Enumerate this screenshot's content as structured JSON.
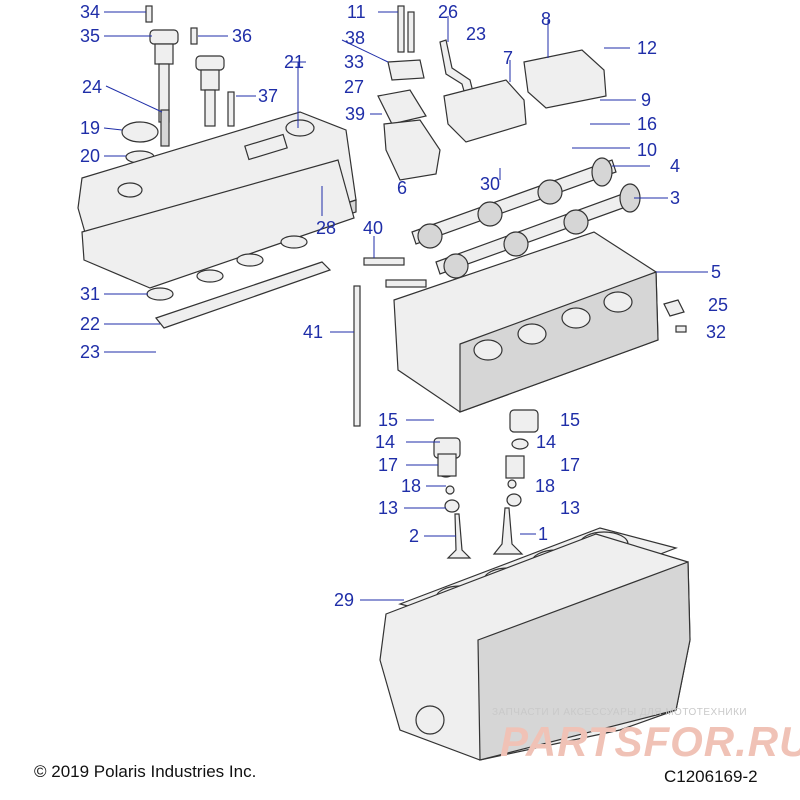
{
  "callouts": [
    {
      "id": "34",
      "label": "34"
    },
    {
      "id": "35",
      "label": "35"
    },
    {
      "id": "36",
      "label": "36"
    },
    {
      "id": "24",
      "label": "24"
    },
    {
      "id": "19",
      "label": "19"
    },
    {
      "id": "20",
      "label": "20"
    },
    {
      "id": "21",
      "label": "21"
    },
    {
      "id": "33",
      "label": "33"
    },
    {
      "id": "27",
      "label": "27"
    },
    {
      "id": "37",
      "label": "37"
    },
    {
      "id": "11",
      "label": "11"
    },
    {
      "id": "38",
      "label": "38"
    },
    {
      "id": "39",
      "label": "39"
    },
    {
      "id": "26",
      "label": "26"
    },
    {
      "id": "23a",
      "label": "23"
    },
    {
      "id": "7",
      "label": "7"
    },
    {
      "id": "8",
      "label": "8"
    },
    {
      "id": "12",
      "label": "12"
    },
    {
      "id": "9",
      "label": "9"
    },
    {
      "id": "16",
      "label": "16"
    },
    {
      "id": "10",
      "label": "10"
    },
    {
      "id": "4",
      "label": "4"
    },
    {
      "id": "30",
      "label": "30"
    },
    {
      "id": "6",
      "label": "6"
    },
    {
      "id": "3",
      "label": "3"
    },
    {
      "id": "28",
      "label": "28"
    },
    {
      "id": "40",
      "label": "40"
    },
    {
      "id": "5",
      "label": "5"
    },
    {
      "id": "31",
      "label": "31"
    },
    {
      "id": "25",
      "label": "25"
    },
    {
      "id": "22",
      "label": "22"
    },
    {
      "id": "41",
      "label": "41"
    },
    {
      "id": "32",
      "label": "32"
    },
    {
      "id": "23b",
      "label": "23"
    },
    {
      "id": "15a",
      "label": "15"
    },
    {
      "id": "15b",
      "label": "15"
    },
    {
      "id": "14a",
      "label": "14"
    },
    {
      "id": "14b",
      "label": "14"
    },
    {
      "id": "17a",
      "label": "17"
    },
    {
      "id": "17b",
      "label": "17"
    },
    {
      "id": "18a",
      "label": "18"
    },
    {
      "id": "18b",
      "label": "18"
    },
    {
      "id": "13a",
      "label": "13"
    },
    {
      "id": "13b",
      "label": "13"
    },
    {
      "id": "2",
      "label": "2"
    },
    {
      "id": "1",
      "label": "1"
    },
    {
      "id": "29",
      "label": "29"
    }
  ],
  "copyright": "© 2019 Polaris Industries Inc.",
  "figure_code": "C1206169-2",
  "watermark": {
    "tagline": "ЗАПЧАСТИ И АКСЕССУАРЫ ДЛЯ МОТОТЕХНИКИ",
    "logo": "PARTSFOR.RU"
  },
  "colors": {
    "callout": "#1f2ea8",
    "line": "#333333"
  }
}
